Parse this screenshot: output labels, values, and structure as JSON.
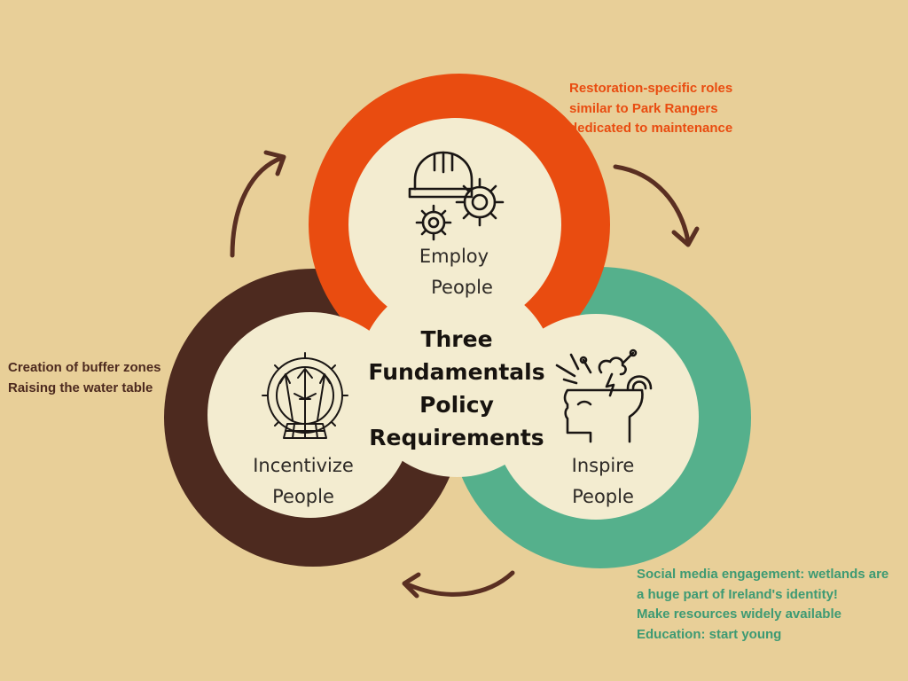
{
  "colors": {
    "background": "#e8cf98",
    "employ_ring": "#e94c10",
    "incentivize_ring": "#4d2a1f",
    "inspire_ring": "#55b08c",
    "disc_fill": "#f3ecd0",
    "arrow": "#5a2f22"
  },
  "center": {
    "title_lines": [
      "Three",
      "Fundamentals",
      "Policy",
      "Requirements"
    ]
  },
  "nodes": {
    "employ": {
      "lines": [
        "Employ",
        "People"
      ],
      "icon": "hard-hat-gears-icon"
    },
    "incentivize": {
      "lines": [
        "Incentivize",
        "People"
      ],
      "icon": "gear-solar-turbine-icon"
    },
    "inspire": {
      "lines": [
        "Inspire",
        "People"
      ],
      "icon": "head-ideas-icon"
    }
  },
  "notes": {
    "employ": [
      "Restoration-specific roles",
      "similar to Park Rangers",
      "dedicated to maintenance"
    ],
    "incentivize": [
      "Creation of buffer zones",
      "Raising the water table"
    ],
    "inspire": [
      "Social media engagement: wetlands are",
      "a huge part of Ireland's identity!",
      "Make resources widely available",
      "Education: start young"
    ]
  }
}
